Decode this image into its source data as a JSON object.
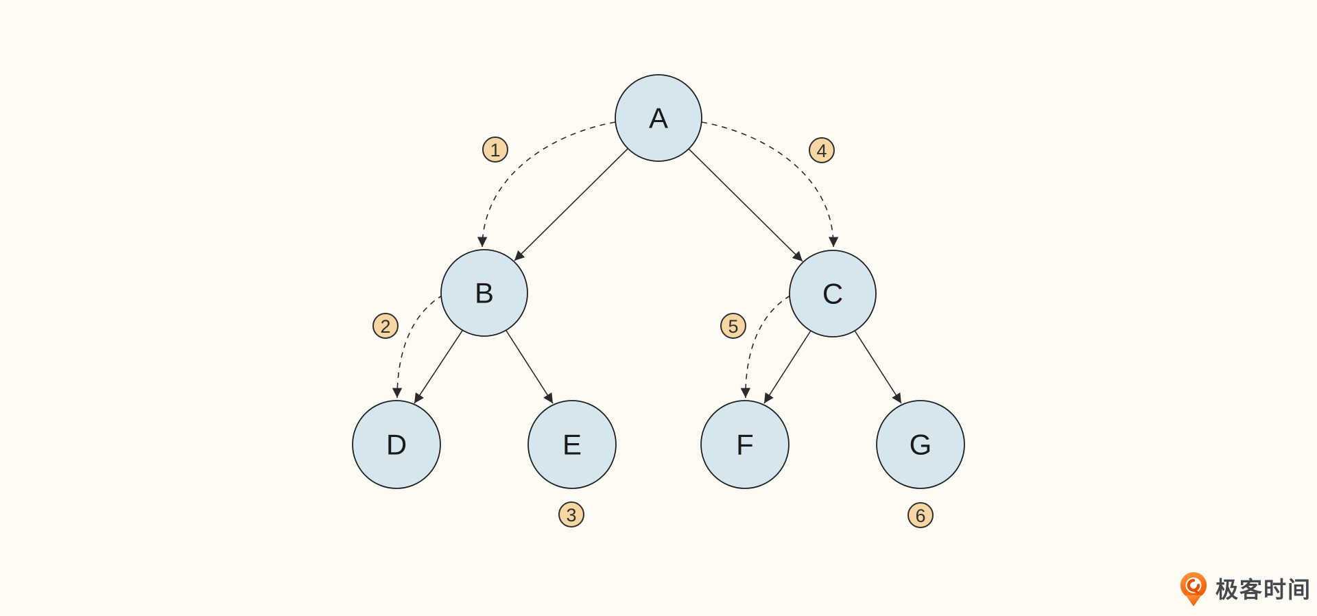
{
  "colors": {
    "background": "#FDFBF4",
    "node_fill": "#D5E6EF",
    "node_stroke": "#1F1F1F",
    "node_text": "#1A1A1A",
    "edge": "#2A2A2A",
    "badge_fill": "#F6D7A4",
    "badge_stroke": "#2F2F2F",
    "badge_text": "#2F2F2F",
    "logo_orange": "#F05A00",
    "logo_text": "#45484D"
  },
  "tree": {
    "nodes": [
      {
        "id": "A",
        "label": "A"
      },
      {
        "id": "B",
        "label": "B"
      },
      {
        "id": "C",
        "label": "C"
      },
      {
        "id": "D",
        "label": "D"
      },
      {
        "id": "E",
        "label": "E"
      },
      {
        "id": "F",
        "label": "F"
      },
      {
        "id": "G",
        "label": "G"
      }
    ],
    "solid_edges": [
      {
        "from": "A",
        "to": "B"
      },
      {
        "from": "A",
        "to": "C"
      },
      {
        "from": "B",
        "to": "D"
      },
      {
        "from": "B",
        "to": "E"
      },
      {
        "from": "C",
        "to": "F"
      },
      {
        "from": "C",
        "to": "G"
      }
    ],
    "dashed_edges": [
      {
        "from": "A",
        "to": "B",
        "step": "1"
      },
      {
        "from": "B",
        "to": "D",
        "step": "2"
      },
      {
        "from": "A",
        "to": "C",
        "step": "4"
      },
      {
        "from": "C",
        "to": "F",
        "step": "5"
      }
    ],
    "steps": [
      {
        "label": "1"
      },
      {
        "label": "2"
      },
      {
        "label": "3"
      },
      {
        "label": "4"
      },
      {
        "label": "5"
      },
      {
        "label": "6"
      }
    ]
  },
  "logo": {
    "text": "极客时间"
  }
}
